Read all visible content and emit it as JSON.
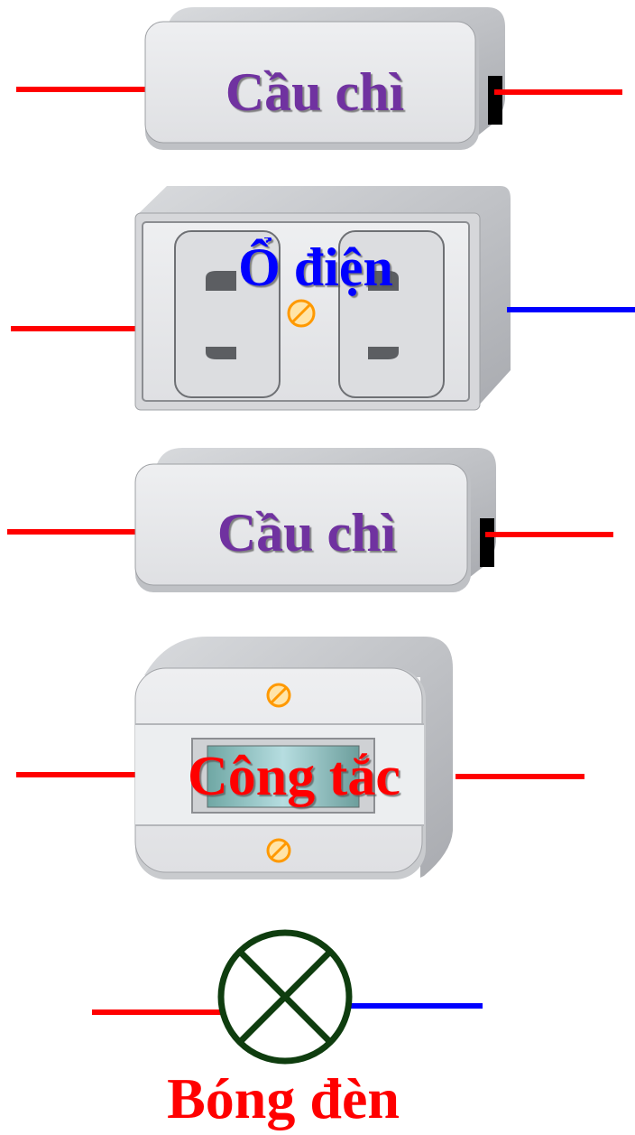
{
  "components": {
    "fuse_top": {
      "label": "Cầu chì",
      "label_color": "#7030a0"
    },
    "socket": {
      "label": "Ổ điện",
      "label_color": "#0000ff"
    },
    "fuse_bottom": {
      "label": "Cầu chì",
      "label_color": "#7030a0"
    },
    "switch": {
      "label": "Công tắc",
      "label_color": "#ff0000"
    },
    "lamp": {
      "label": "Bóng đèn",
      "label_color": "#ff0000"
    }
  },
  "colors": {
    "phase_wire": "#ff0000",
    "neutral_wire": "#0000ff",
    "device_body": "#e6e7ea",
    "device_shadow": "#bfc1c5",
    "lamp_symbol": "#0f3d0f",
    "screw": "#ff9900"
  },
  "icons": {
    "screw": "screw-icon",
    "lamp": "lamp-symbol-icon"
  }
}
